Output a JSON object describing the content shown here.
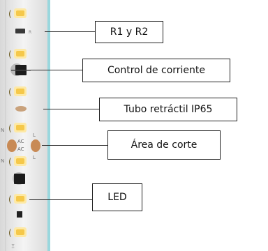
{
  "callouts": [
    {
      "label": "R1 y R2"
    },
    {
      "label": "Control de corriente"
    },
    {
      "label": "Tubo retráctil IP65"
    },
    {
      "label": "Área de corte"
    },
    {
      "label": "LED"
    }
  ],
  "strip_markings": [
    "R",
    "AC",
    "AC",
    "L",
    "N",
    "L",
    "N"
  ],
  "colors": {
    "led_chip": "#f5c84a",
    "strip_base": "#ececec",
    "copper_pad": "#c88a55",
    "ic_chip": "#1c1c1c",
    "accent_edge": "#8fd3d9"
  }
}
